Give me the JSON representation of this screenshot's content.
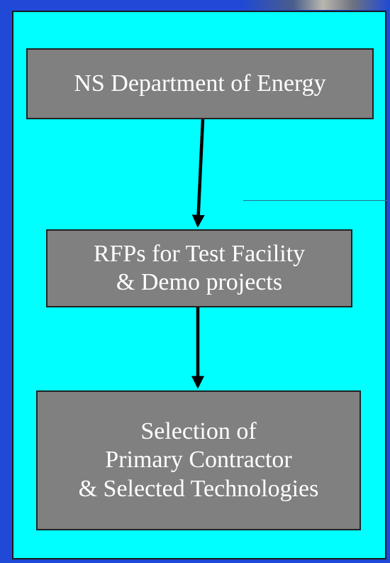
{
  "nodes": [
    {
      "id": "doe",
      "lines": [
        "NS Department of Energy"
      ]
    },
    {
      "id": "rfps",
      "lines": [
        "RFPs for Test Facility",
        "& Demo projects"
      ]
    },
    {
      "id": "selection",
      "lines": [
        "Selection of",
        "Primary Contractor",
        "& Selected Technologies"
      ]
    }
  ],
  "colors": {
    "background": "#1f49d6",
    "panel": "#00ffff",
    "box_fill": "#808080",
    "text": "#ffffff",
    "arrow": "#000000"
  }
}
